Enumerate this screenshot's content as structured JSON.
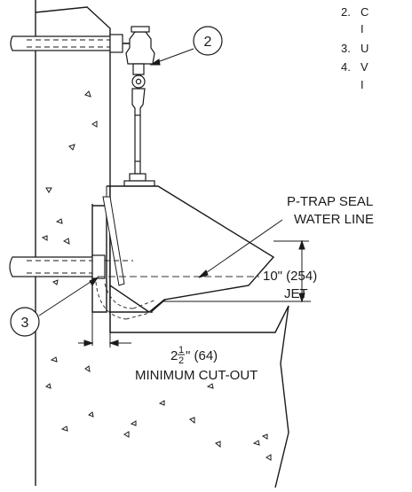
{
  "notes": [
    {
      "number": "2.",
      "text": "C"
    },
    {
      "number": "",
      "text": "I"
    },
    {
      "number": "3.",
      "text": "U"
    },
    {
      "number": "4.",
      "text": "V"
    },
    {
      "number": "",
      "text": "I"
    }
  ],
  "callouts": {
    "flush_valve": "2",
    "spud": "3"
  },
  "labels": {
    "p_trap_line1": "P-TRAP SEAL",
    "p_trap_line2": "WATER LINE",
    "jet_height": "10\" (254)",
    "jet_label": "JET",
    "cutout_whole": "2",
    "cutout_num": "1",
    "cutout_den": "2",
    "cutout_rest": "\" (64)",
    "cutout_label": "MINIMUM CUT-OUT"
  },
  "colors": {
    "line": "#1a1a1a",
    "fill": "#ffffff",
    "dash": "#333333"
  }
}
